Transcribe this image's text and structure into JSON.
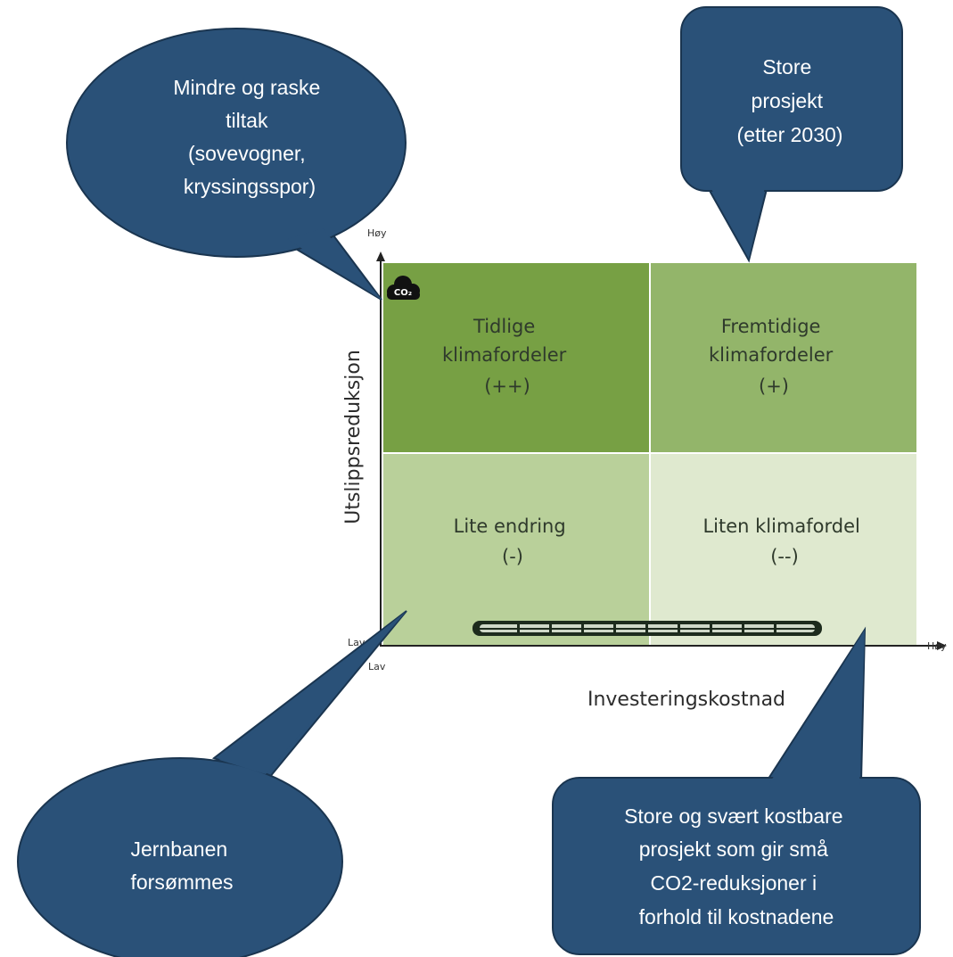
{
  "colors": {
    "q_top_left": "#77a044",
    "q_top_right": "#93b56a",
    "q_bottom_left": "#b9d09a",
    "q_bottom_right": "#dfe9cf",
    "callout_fill": "#2a5178",
    "callout_stroke": "#1a3550"
  },
  "quadrants": {
    "top_left": [
      "Tidlige",
      "klimafordeler",
      "(++)"
    ],
    "top_right": [
      "Fremtidige",
      "klimafordeler",
      "(+)"
    ],
    "bottom_left": [
      "Lite endring",
      "(-)"
    ],
    "bottom_right": [
      "Liten klimafordel",
      "(--)"
    ]
  },
  "axes": {
    "y_title": "Utslippsreduksjon",
    "x_title": "Investeringskostnad",
    "y_high": "Høy",
    "y_low": "Lav",
    "x_low": "Lav",
    "x_high": "Høy"
  },
  "icons": {
    "co2": "co2-cloud-icon",
    "train": "train-icon"
  },
  "co2_label": "CO₂",
  "callouts": {
    "top_left": [
      "Mindre og raske",
      "tiltak",
      "(sovevogner,",
      "kryssingsspor)"
    ],
    "top_right": [
      "Store",
      "prosjekt",
      "(etter 2030)"
    ],
    "bottom_left": [
      "Jernbanen",
      "forsømmes"
    ],
    "bottom_right": [
      "Store og svært kostbare",
      "prosjekt som gir små",
      "CO2-reduksjoner i",
      "forhold til kostnadene"
    ]
  }
}
